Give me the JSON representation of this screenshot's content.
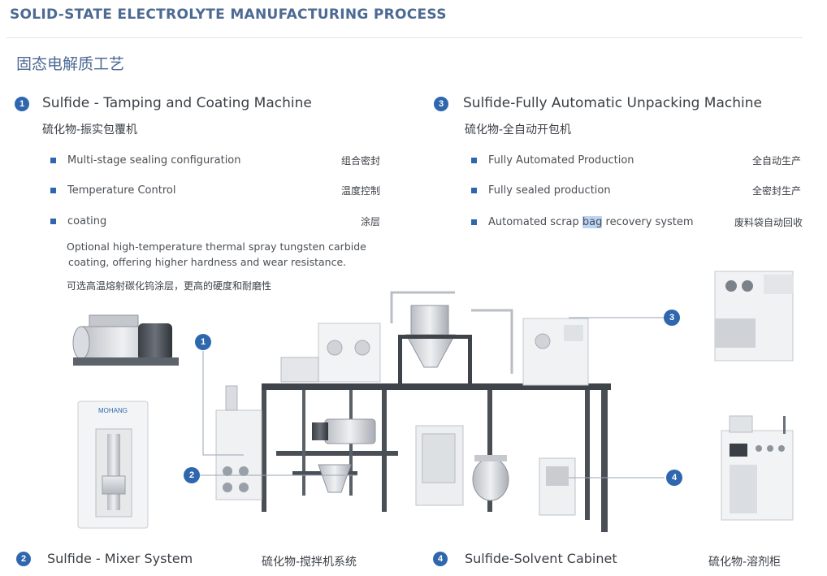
{
  "header": {
    "title": "SOLID-STATE ELECTROLYTE MANUFACTURING PROCESS",
    "subtitle": "固态电解质工艺"
  },
  "sections": [
    {
      "number": "1",
      "title": "Sulfide - Tamping and Coating Machine",
      "title_cn": "硫化物-振实包覆机",
      "features": [
        {
          "label": "Multi-stage sealing configuration",
          "cn": "组合密封"
        },
        {
          "label": "Temperature Control",
          "cn": "温度控制"
        },
        {
          "label": "coating",
          "cn": "涂层"
        }
      ],
      "coating_note": "Optional high-temperature thermal spray tungsten carbide coating, offering higher hardness and wear resistance.",
      "coating_note_line1": "Optional high-temperature thermal spray tungsten carbide",
      "coating_note_line2": "coating, offering higher hardness and wear resistance.",
      "coating_note_cn": "可选高温熔射碳化钨涂层，更高的硬度和耐磨性"
    },
    {
      "number": "3",
      "title": "Sulfide-Fully Automatic Unpacking Machine",
      "title_cn": "硫化物-全自动开包机",
      "features": [
        {
          "label": "Fully Automated Production",
          "cn": "全自动生产"
        },
        {
          "label": "Fully sealed production",
          "cn": "全密封生产"
        },
        {
          "label_pre": "Automated scrap ",
          "label_hl": "bag",
          "label_post": " recovery system",
          "cn": "废料袋自动回收"
        }
      ]
    }
  ],
  "bottom": [
    {
      "number": "2",
      "title": "Sulfide - Mixer System",
      "title_cn": "硫化物-搅拌机系统"
    },
    {
      "number": "4",
      "title": "Sulfide-Solvent Cabinet",
      "title_cn": "硫化物-溶剂柜"
    }
  ],
  "callouts": [
    "1",
    "2",
    "3",
    "4"
  ],
  "mixer_brand": "MOHANG",
  "colors": {
    "accent": "#2f67ae",
    "header": "#4d6a93",
    "highlight": "#bcd4f4"
  }
}
